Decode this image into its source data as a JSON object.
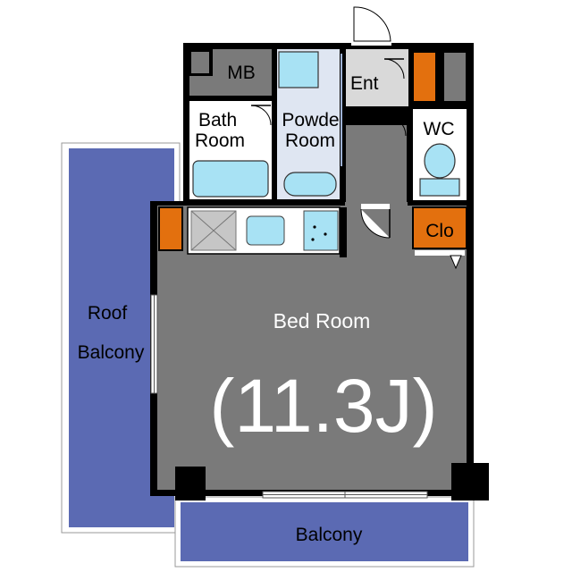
{
  "colors": {
    "floor": "#7a7a7a",
    "wall": "#000000",
    "balcony": "#5b6ab3",
    "closet": "#e3700e",
    "fixture": "#a8e2f4",
    "entry_floor": "#d9d9d9",
    "powder_floor": "#dfe6f2"
  },
  "rooms": {
    "mb": "MB",
    "ent": "Ent",
    "wc": "WC",
    "clo": "Clo",
    "bath_line1": "Bath",
    "bath_line2": "Room",
    "powder_line1": "Powder",
    "powder_line2": "Room",
    "bedroom": "Bed Room",
    "bedroom_size": "(11.3J)",
    "roof_line1": "Roof",
    "roof_line2": "Balcony",
    "balcony": "Balcony"
  },
  "icons": [
    "door-swing-icon",
    "toilet-icon",
    "bathtub-icon",
    "sink-icon",
    "stove-icon"
  ]
}
